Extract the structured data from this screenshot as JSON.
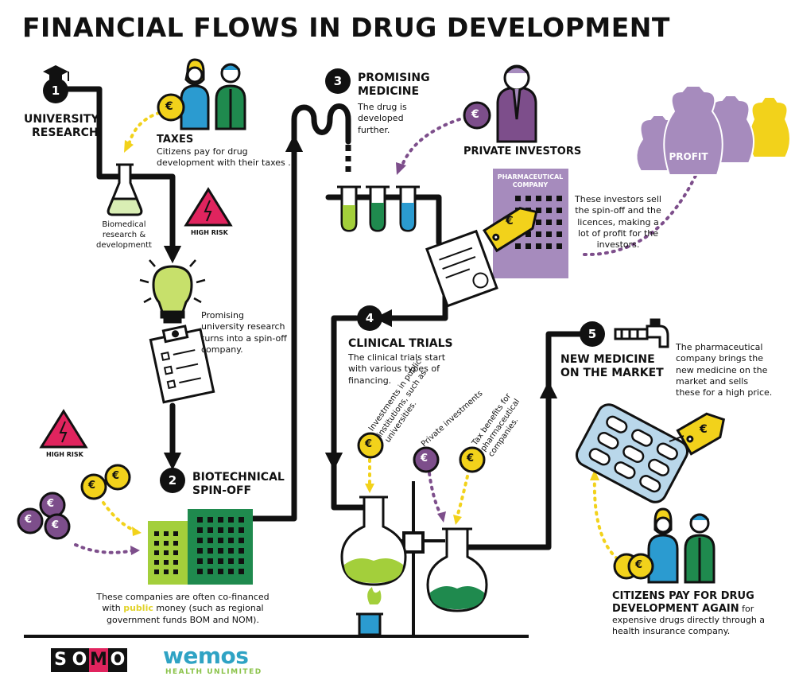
{
  "title": "FINANCIAL FLOWS IN DRUG DEVELOPMENT",
  "steps": {
    "s1": {
      "number": "1",
      "heading_l1": "UNIVERSITY",
      "heading_l2": "RESEARCH"
    },
    "s2": {
      "number": "2",
      "heading_l1": "BIOTECHNICAL",
      "heading_l2": "SPIN-OFF"
    },
    "s3": {
      "number": "3",
      "heading_l1": "PROMISING",
      "heading_l2": "MEDICINE",
      "text": "The drug is developed further."
    },
    "s4": {
      "number": "4",
      "heading": "CLINICAL TRIALS",
      "text": "The clinical trials start with various types of financing."
    },
    "s5": {
      "number": "5",
      "heading_l1": "NEW MEDICINE",
      "heading_l2": "ON THE MARKET"
    }
  },
  "taxes": {
    "heading": "TAXES",
    "text": "Citizens pay for drug development with their taxes ."
  },
  "biomedical": "Biomedical research & developmentt",
  "high_risk": "HIGH RISK",
  "spinoff_text": "Promising university research turns into a spin-off company.",
  "cofinanced": {
    "before": "These companies are often co-financed with ",
    "highlight": "public",
    "after": " money (such as regional government funds BOM and NOM)."
  },
  "private_investors": "PRIVATE INVESTORS",
  "pharma_company": "PHARMACEUTICAL COMPANY",
  "investors_sell": "These investors sell the spin-off and the licences, making a lot of profit for the investors.",
  "profit": "PROFIT",
  "financing": {
    "public": "Investments in public institutions, such as universities.",
    "private": "Private investments",
    "tax": "Tax benefits for pharmaceutical companies."
  },
  "market_text": "The pharmaceutical company brings the new medicine on the market and sells these for a high price.",
  "citizens_again": {
    "heading_l1": "CITIZENS PAY FOR DRUG",
    "heading_l2": "DEVELOPMENT AGAIN",
    "text": " for expensive drugs directly through a health insurance company."
  },
  "currency_symbol": "€",
  "logos": {
    "somo": [
      "S",
      "O",
      "M",
      "O"
    ],
    "wemos": "wemos",
    "wemos_sub": "HEALTH UNLIMITED"
  },
  "colors": {
    "gold": "#f2d21b",
    "purple": "#7d4e8b",
    "green": "#a3cf3b",
    "dark_green": "#1f8a4e",
    "blue": "#2b9bd0",
    "red": "#e0245e",
    "lavender": "#a68bbd"
  }
}
